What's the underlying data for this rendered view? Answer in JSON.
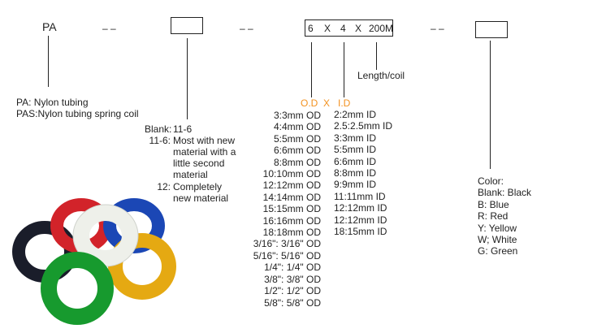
{
  "code": {
    "prefix": "PA",
    "sep1": "– –",
    "sep2": "– –",
    "sep3": "– –",
    "od": "6",
    "x1": "X",
    "id": "4",
    "x2": "X",
    "length": "200M"
  },
  "prefix_desc": [
    "PA: Nylon tubing",
    "PAS:Nylon tubing spring coil"
  ],
  "material": [
    {
      "key": "Blank:",
      "text": "11-6"
    },
    {
      "key": "11-6:",
      "text": "Most with new material  with a little second material"
    },
    {
      "key": "12:",
      "text": "Completely new material"
    }
  ],
  "length_label": "Length/coil",
  "size_header": {
    "od": "O.D",
    "x": "X",
    "id": "I.D"
  },
  "od_list": [
    "3:3mm OD",
    "4:4mm OD",
    "5:5mm OD",
    "6:6mm OD",
    "8:8mm OD",
    "10:10mm OD",
    "12:12mm OD",
    "14:14mm OD",
    "15:15mm OD",
    "16:16mm OD",
    "18:18mm OD",
    "3/16\": 3/16\" OD",
    "5/16\": 5/16\" OD",
    "1/4\": 1/4\" OD",
    "3/8\": 3/8\" OD",
    "1/2\": 1/2\" OD",
    "5/8\": 5/8\" OD"
  ],
  "id_list": [
    "2:2mm ID",
    "2.5:2.5mm ID",
    "3:3mm ID",
    "5:5mm ID",
    "6:6mm ID",
    "8:8mm ID",
    "9:9mm ID",
    "11:11mm ID",
    "12:12mm ID",
    "12:12mm ID",
    "18:15mm ID"
  ],
  "color_list": [
    "Color:",
    "Blank: Black",
    "B: Blue",
    "R: Red",
    "Y: Yellow",
    "W; White",
    "G: Green"
  ],
  "accent": "#f39220"
}
